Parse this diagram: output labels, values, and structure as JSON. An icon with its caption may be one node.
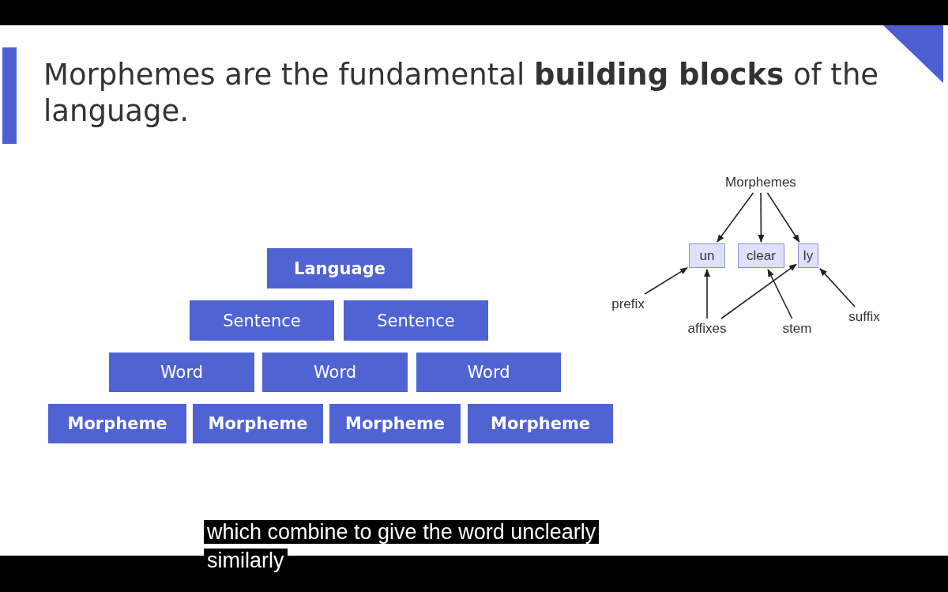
{
  "diagram": {
    "title": "Morphemes are the fundamental **building blocks** of the language.",
    "nodes": [
      {
        "text": [
          "Language"
        ]
      },
      {
        "text": [
          "Sentence"
        ]
      },
      {
        "text": [
          "Sentence"
        ]
      },
      {
        "text": [
          "Word"
        ]
      },
      {
        "text": [
          "Word"
        ]
      },
      {
        "text": [
          "Word"
        ]
      },
      {
        "text": [
          "Morpheme"
        ]
      },
      {
        "text": [
          "Morpheme"
        ]
      },
      {
        "text": [
          "Morpheme"
        ]
      },
      {
        "text": [
          "Morpheme"
        ]
      },
      {
        "text": [
          "Morphemes"
        ]
      },
      {
        "text": [
          "un"
        ]
      },
      {
        "text": [
          "clear"
        ]
      },
      {
        "text": [
          "ly"
        ]
      },
      {
        "text": [
          "prefix"
        ]
      },
      {
        "text": [
          "affixes"
        ]
      },
      {
        "text": [
          "stem"
        ]
      },
      {
        "text": [
          "suffix"
        ]
      }
    ],
    "edges": [
      {
        "from": 10,
        "to": 11,
        "arrow": "to"
      },
      {
        "from": 10,
        "to": 12,
        "arrow": "to"
      },
      {
        "from": 10,
        "to": 13,
        "arrow": "to"
      },
      {
        "from": 14,
        "to": 11,
        "arrow": "to"
      },
      {
        "from": 15,
        "to": 11,
        "arrow": "to"
      },
      {
        "from": 15,
        "to": 13,
        "arrow": "to"
      },
      {
        "from": 16,
        "to": 12,
        "arrow": "to"
      },
      {
        "from": 17,
        "to": 13,
        "arrow": "to"
      }
    ],
    "labels": [
      "which combine to give the word unclearly similarly"
    ]
  }
}
